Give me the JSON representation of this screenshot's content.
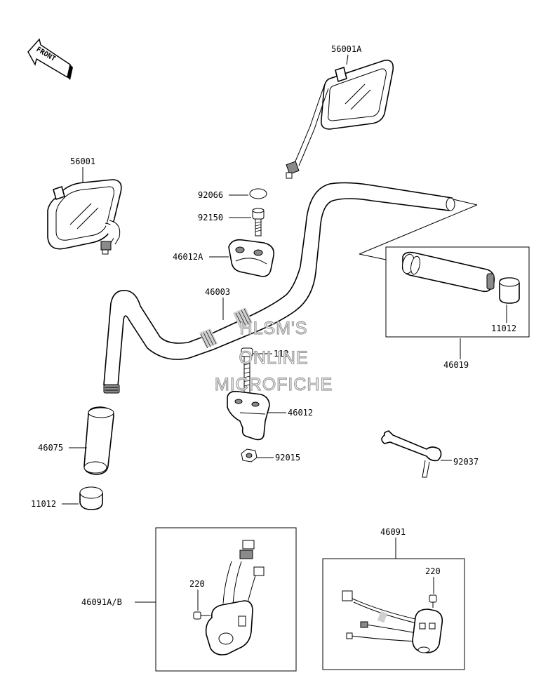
{
  "front_marker": "FRONT",
  "labels": {
    "p56001A": "56001A",
    "p56001": "56001",
    "p92066": "92066",
    "p92150": "92150",
    "p46012A": "46012A",
    "p46003": "46003",
    "p112": "112",
    "p46012": "46012",
    "p92015": "92015",
    "p46075": "46075",
    "p11012_left": "11012",
    "p11012_right": "11012",
    "p46019": "46019",
    "p92037": "92037",
    "p46091": "46091",
    "p46091AB": "46091A/B",
    "p220_left": "220",
    "p220_right": "220"
  },
  "watermark": {
    "line1": "HLSM'S",
    "line2": "ONLINE",
    "line3": "MICROFICHE"
  }
}
